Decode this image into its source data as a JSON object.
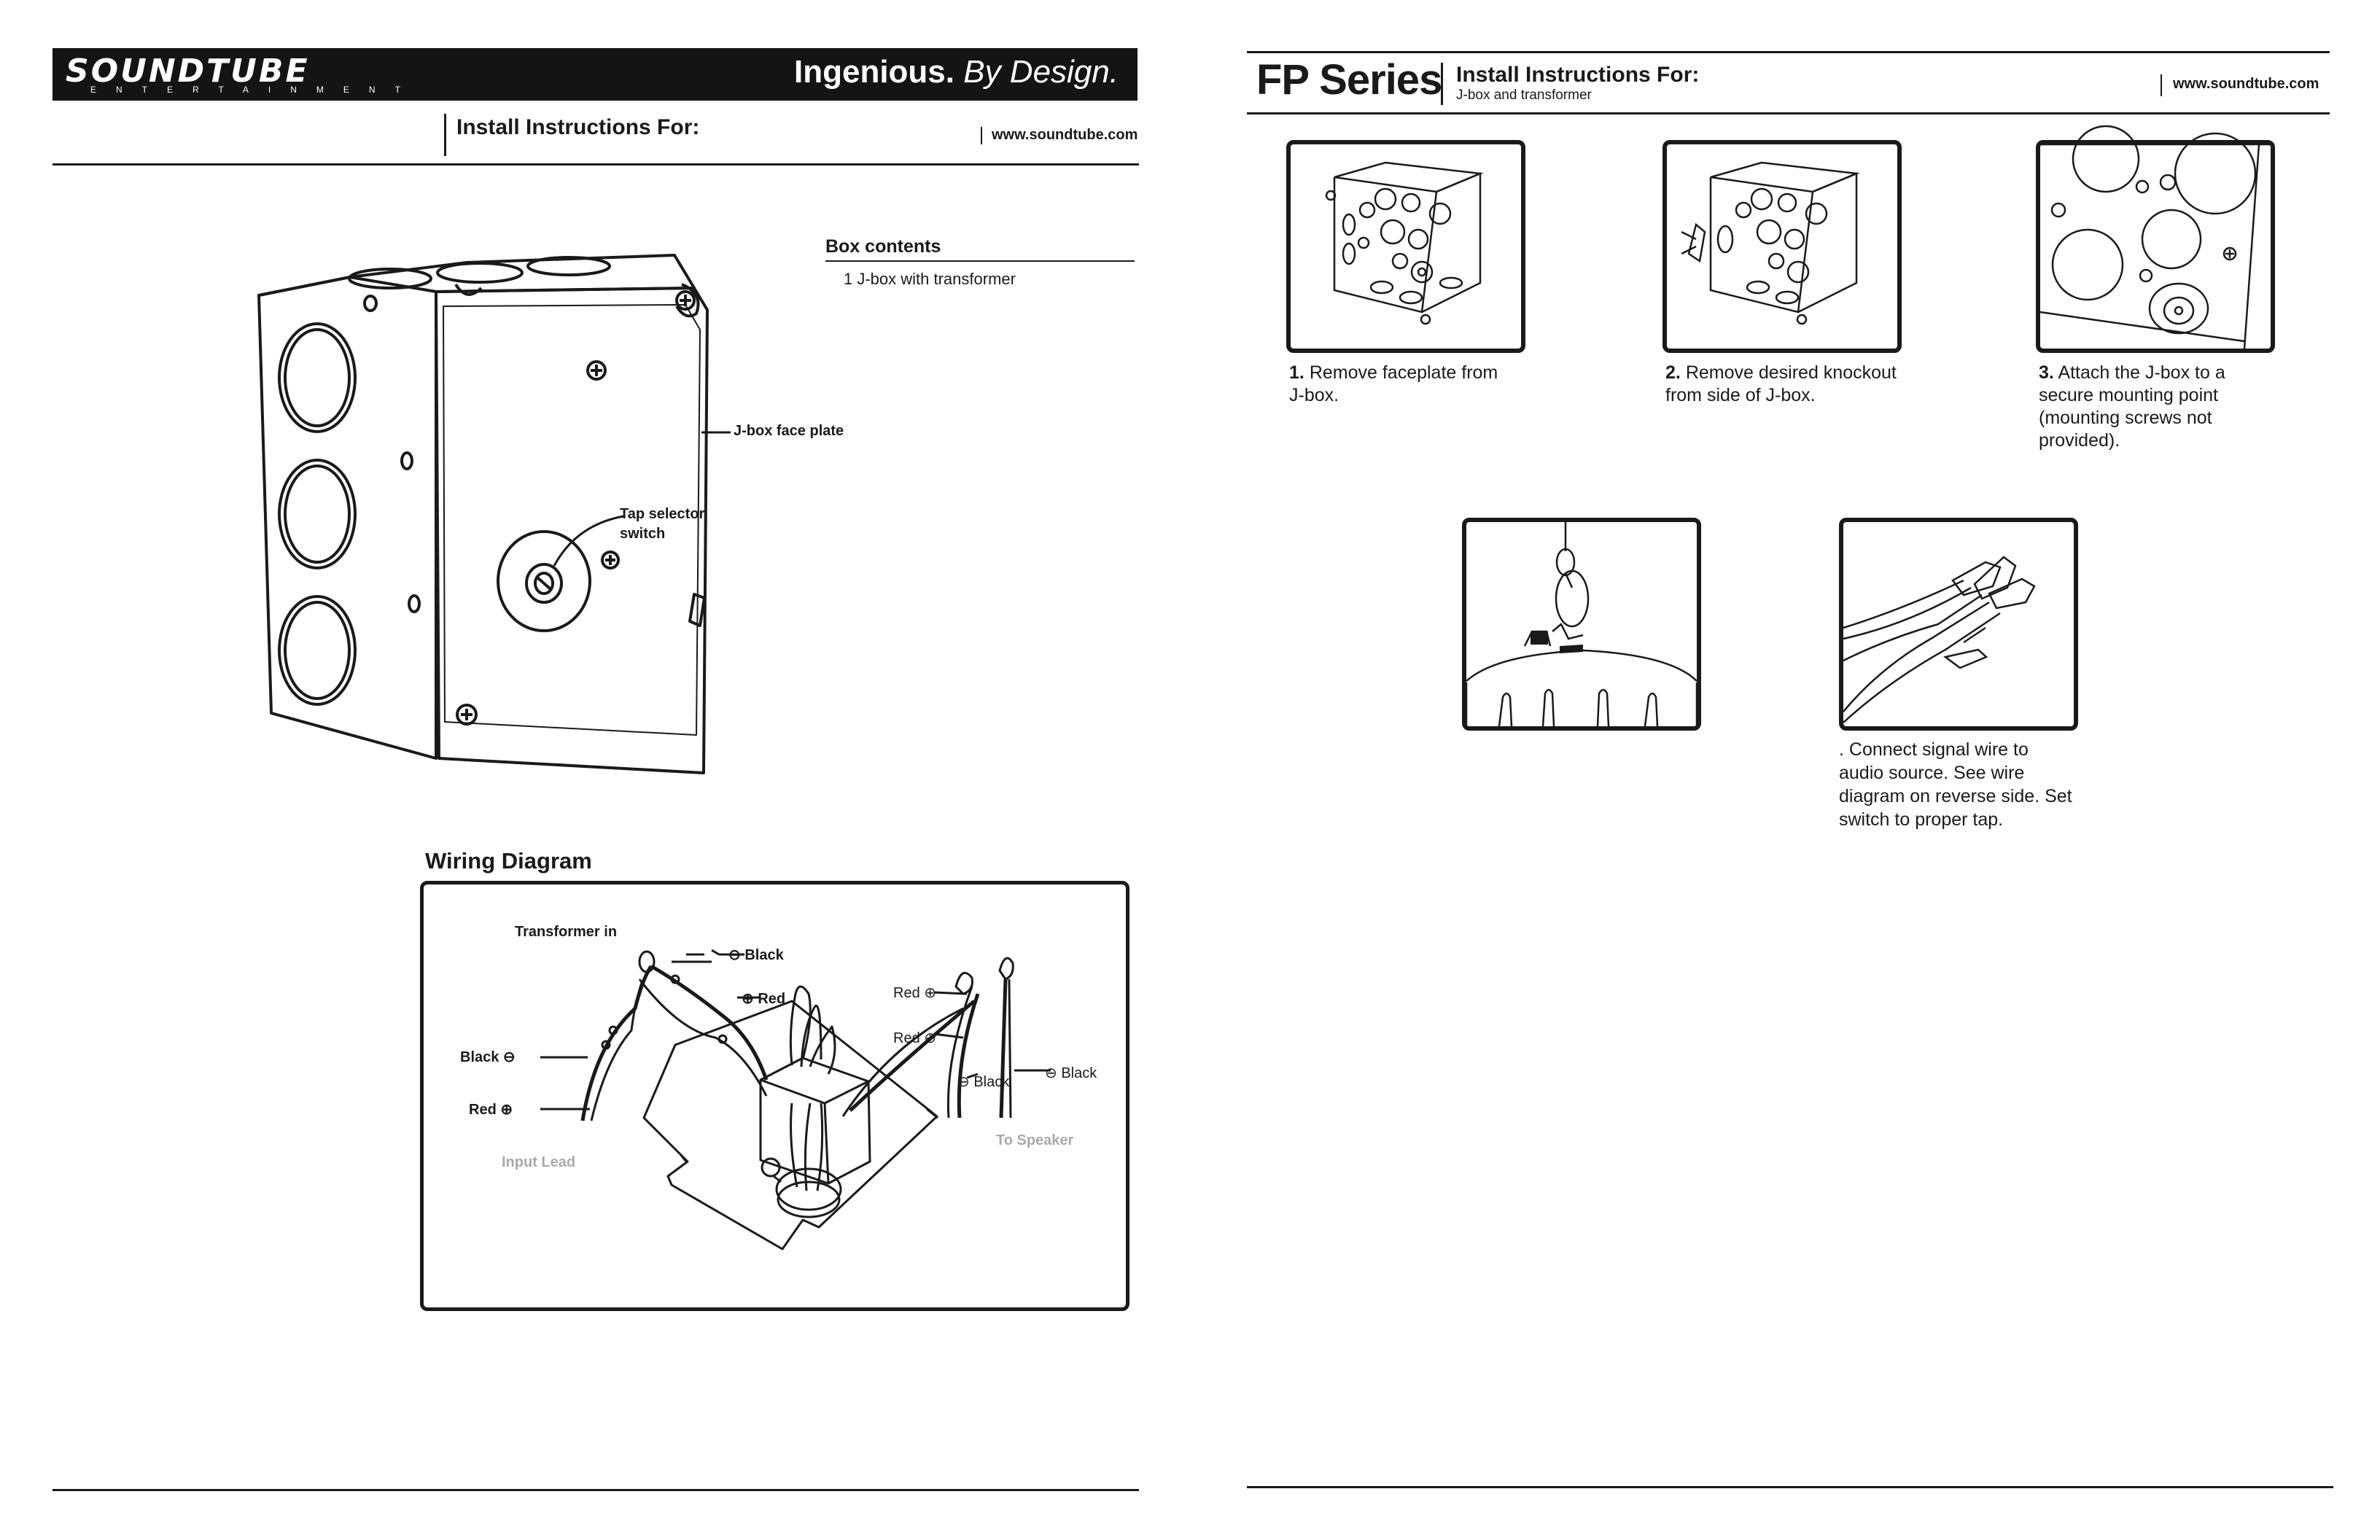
{
  "header_left": {
    "brand": "SOUNDTUBE",
    "brand_sub": "ENTERTAINMENT",
    "tagline_bold": "Ingenious.",
    "tagline_italic": "By Design.",
    "install_title": "Install Instructions For:",
    "url": "www.soundtube.com"
  },
  "header_right": {
    "series_title": "FP Series",
    "install_title": "Install Instructions For:",
    "subtitle": "J-box and transformer",
    "url": "www.soundtube.com"
  },
  "jbox_callouts": {
    "faceplate": "J-box face plate",
    "tap_switch_line1": "Tap selector",
    "tap_switch_line2": "switch"
  },
  "box_contents": {
    "title": "Box contents",
    "items": [
      "1  J-box with transformer"
    ]
  },
  "wiring_diagram": {
    "title": "Wiring Diagram",
    "labels": {
      "transformer_in": "Transformer in",
      "black_top": "Black",
      "red_top": "Red",
      "black_left": "Black",
      "red_left": "Red",
      "input_lead": "Input Lead",
      "red_speaker_1": "Red",
      "red_speaker_2": "Red",
      "black_speaker_1": "Black",
      "black_speaker_2": "Black",
      "to_speaker": "To Speaker"
    }
  },
  "steps": [
    {
      "number": "1.",
      "text": "Remove faceplate from J-box."
    },
    {
      "number": "2.",
      "text": "Remove desired knockout from side of J-box."
    },
    {
      "number": "3.",
      "text": "Attach the J-box to a secure mounting point (mounting screws not provided)."
    },
    {
      "number": "",
      "text": ". Connect signal wire to audio source. See wire diagram on reverse side. Set switch to proper tap."
    }
  ],
  "colors": {
    "ink": "#1a1a1a",
    "header_bar": "#141414",
    "muted_label": "#aaaaaa"
  }
}
